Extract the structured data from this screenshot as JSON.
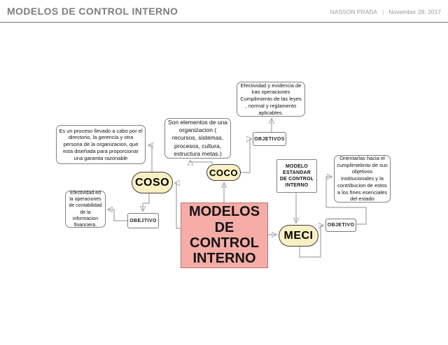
{
  "header": {
    "title": "MODELOS DE CONTROL INTERNO",
    "author": "NASSON PRADA",
    "separator": "|",
    "date": "November 28, 2017"
  },
  "diagram": {
    "center": {
      "lines": [
        "MODELOS",
        "DE",
        "CONTROL",
        "INTERNO"
      ],
      "fill": "#F6ACA7",
      "border": "#C0726D"
    },
    "pills": {
      "coso": "COSO",
      "coco": "COCO",
      "meci": "MECI",
      "fill": "#FBF0C3"
    },
    "labels": {
      "coso_objetivo": "OBEJTIVO",
      "coco_objetivos": "OBJETIVOS",
      "meci_objetivo": "OBJETIVO",
      "modelo_estandar": "MODELO ESTANDAR DE CONTROL INTERNO"
    },
    "notes": {
      "coso_desc": "Es un proceso llevado  a cabo por el directorio, la gerencia y otra persona de la organizacion, que esta diseñada para proporcionar una garantia razonable",
      "coco_desc": "Son elementos de una organizacion ( recursos, sistemas, procesos, cultura, estructura metas.)",
      "coco_objetivos_desc": "Efectividad y evidencia de kas operaciones Cumplimiento de las leyes , normal y reglamento aplicables.",
      "coso_objetivo_desc": "Efectividad ed la operaciones de contabilidad de la informacion financiera.",
      "meci_objetivo_desc": "Orientarlas hacia el cumplimiebnto de sus objetivos institucionales y la contribucion de estos a los fines esenciales del estado"
    },
    "colors": {
      "connector": "#A3A3A3",
      "arrowhead": "#5E5E5E",
      "note_border": "#828282",
      "pill_border": "#3D3D3D"
    }
  }
}
